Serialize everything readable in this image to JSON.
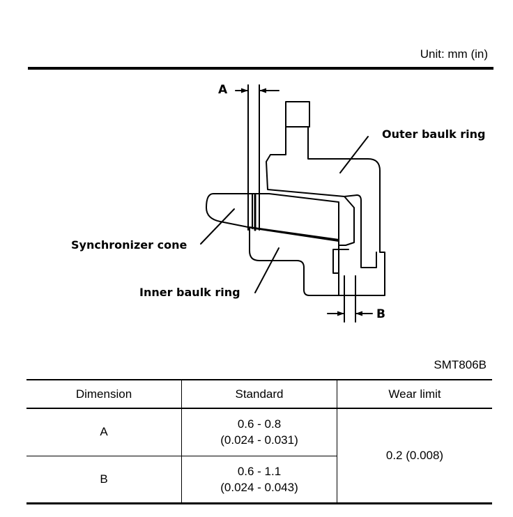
{
  "header": {
    "unit": "Unit: mm (in)"
  },
  "figure": {
    "labels": {
      "a": "A",
      "b": "B",
      "outer_ring": "Outer baulk ring",
      "synchronizer_cone": "Synchronizer cone",
      "inner_ring": "Inner baulk ring"
    },
    "id": "SMT806B"
  },
  "table": {
    "headers": {
      "dimension": "Dimension",
      "standard": "Standard",
      "wear_limit": "Wear limit"
    },
    "rows": [
      {
        "dimension": "A",
        "standard_mm": "0.6 - 0.8",
        "standard_in": "(0.024 - 0.031)"
      },
      {
        "dimension": "B",
        "standard_mm": "0.6 - 1.1",
        "standard_in": "(0.024 - 0.043)"
      }
    ],
    "wear_limit": "0.2 (0.008)"
  }
}
